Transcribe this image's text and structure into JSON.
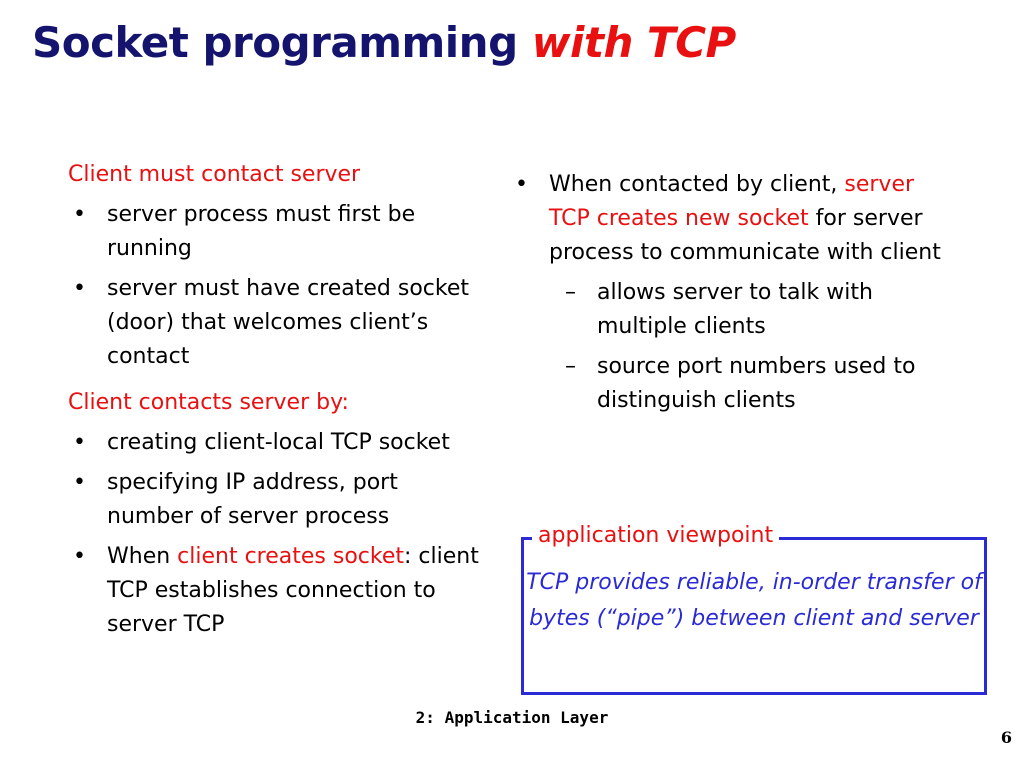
{
  "title": {
    "main": "Socket programming ",
    "accent": "with TCP"
  },
  "left": {
    "heading1": "Client must contact server",
    "bullets1": [
      "server process must first be running",
      "server must have created socket (door) that welcomes client’s contact"
    ],
    "heading2": "Client contacts server by:",
    "bullets2": [
      "creating client-local TCP socket",
      "specifying IP address, port number of server process"
    ],
    "bullet_last": {
      "pre": "When ",
      "highlight": "client creates socket",
      "post": ": client TCP establishes connection to server TCP"
    }
  },
  "right": {
    "bullet": {
      "pre": "When contacted by client, ",
      "highlight": "server TCP creates new socket",
      "post": " for server process to communicate with client"
    },
    "subitems": [
      "allows server to talk with multiple clients",
      "source port numbers used to distinguish clients"
    ]
  },
  "viewpoint": {
    "label": "application viewpoint",
    "text": "TCP provides reliable, in-order transfer of bytes (“pipe”) between client and server"
  },
  "footer": "2: Application Layer",
  "page_number": "6",
  "symbols": {
    "bullet": "•",
    "dash": "–"
  },
  "colors": {
    "title": "#14146e",
    "accent": "#e81010",
    "box": "#2b2bd6"
  }
}
